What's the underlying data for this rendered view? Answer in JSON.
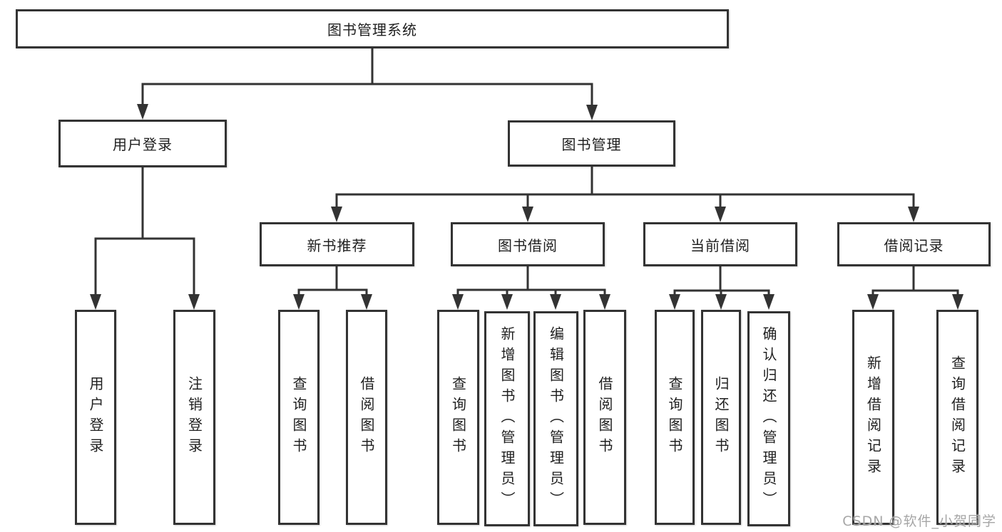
{
  "diagram": {
    "root": {
      "label": "图书管理系统"
    },
    "level2": {
      "user_login": {
        "label": "用户登录"
      },
      "book_management": {
        "label": "图书管理"
      }
    },
    "level3": {
      "new_book_recommend": {
        "label": "新书推荐"
      },
      "book_borrow": {
        "label": "图书借阅"
      },
      "current_borrow": {
        "label": "当前借阅"
      },
      "borrow_records": {
        "label": "借阅记录"
      }
    },
    "leaves": {
      "user_login": [
        "用户登录",
        "注销登录"
      ],
      "new_book_recommend": [
        "查询图书",
        "借阅图书"
      ],
      "book_borrow": [
        "查询图书",
        "新增图书（管理员）",
        "编辑图书（管理员）",
        "借阅图书"
      ],
      "current_borrow": [
        "查询图书",
        "归还图书",
        "确认归还（管理员）"
      ],
      "borrow_records": [
        "新增借阅记录",
        "查询借阅记录"
      ]
    },
    "watermark": "CSDN @软件_小贺同学",
    "colors": {
      "line": "#333333",
      "text": "#1f1f1f",
      "watermark": "#9e9e9e",
      "background": "#ffffff"
    }
  }
}
